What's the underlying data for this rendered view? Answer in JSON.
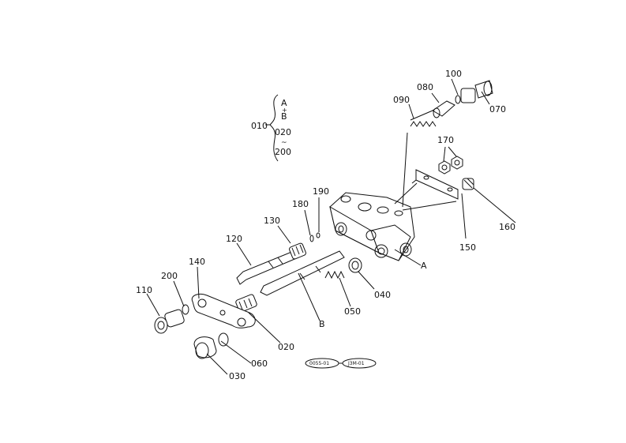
{
  "parts": {
    "p010": "010",
    "p020": "020",
    "p030": "030",
    "p040": "040",
    "p050": "050",
    "p060": "060",
    "p070": "070",
    "p080": "080",
    "p090": "090",
    "p100": "100",
    "p110": "110",
    "p120": "120",
    "p130": "130",
    "p140": "140",
    "p150": "150",
    "p160": "160",
    "p170": "170",
    "p180": "180",
    "p190": "190",
    "p200": "200",
    "p020b": "020",
    "p200b": "200"
  },
  "bracket": {
    "a": "A",
    "b": "B",
    "plus": "+",
    "tilde": "~"
  },
  "refs": {
    "a": "A",
    "b": "B"
  },
  "footer_codes": {
    "left": "0055-01",
    "right": "J3M-01"
  }
}
